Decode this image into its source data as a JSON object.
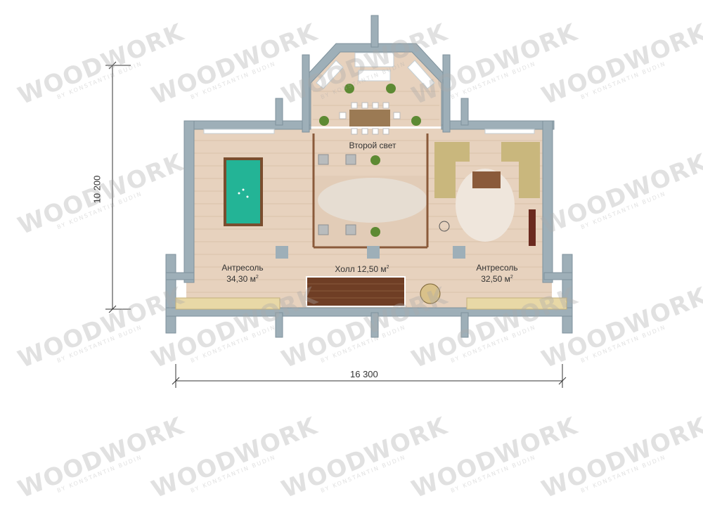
{
  "plan": {
    "rooms": {
      "second_light": "Второй свет",
      "left_mezzanine_name": "Антресоль",
      "left_mezzanine_area": "34,30 м",
      "hall": "Холл 12,50 м",
      "right_mezzanine_name": "Антресоль",
      "right_mezzanine_area": "32,50 м",
      "area_sup": "2"
    },
    "dimensions": {
      "width": "16 300",
      "height": "10 200"
    },
    "watermark": {
      "brand": "WOODWORK",
      "byline": "BY KONSTANTIN BUDIN"
    },
    "colors": {
      "floor": "#e7d2be",
      "wall": "#9eafb8",
      "billiard": "#23b496",
      "sofa": "#c9b77d",
      "rail": "#8a5a3a"
    }
  }
}
